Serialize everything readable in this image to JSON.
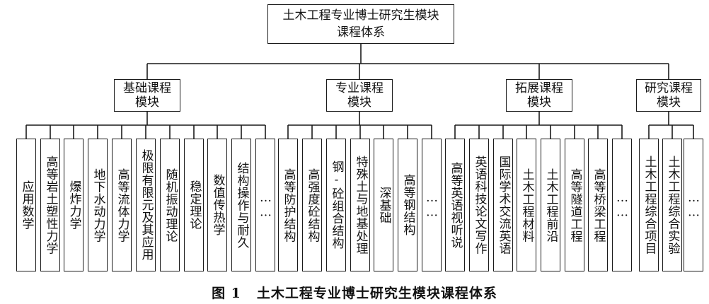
{
  "root": {
    "title_line1": "土木工程专业博士研究生模块",
    "title_line2": "课程体系"
  },
  "modules": [
    {
      "line1": "基础课程",
      "line2": "模块",
      "items": [
        "应用数学",
        "高等岩土塑性力学",
        "爆炸力学",
        "地下水动力学",
        "高等流体力学",
        "极限有限元及其应用",
        "随机振动理论",
        "稳定理论",
        "数值传热学",
        "结构操作与耐久",
        "……"
      ]
    },
    {
      "line1": "专业课程",
      "line2": "模块",
      "items": [
        "高等防护结构",
        "高强度砼结构",
        "钢-砼组合结构",
        "特殊土与地基处理",
        "深基础",
        "高等钢结构",
        "……"
      ]
    },
    {
      "line1": "拓展课程",
      "line2": "模块",
      "items": [
        "高等英语视听说",
        "英语科技论文写作",
        "国际学术交流英语",
        "土木工程材料",
        "土木工程前沿",
        "高等隧道工程",
        "高等桥梁工程",
        "……"
      ]
    },
    {
      "line1": "研究课程",
      "line2": "模块",
      "items": [
        "土木工程综合项目",
        "土木工程综合实验",
        "……"
      ]
    }
  ],
  "caption": {
    "number": "图 1",
    "text": "土木工程专业博士研究生模块课程体系"
  }
}
